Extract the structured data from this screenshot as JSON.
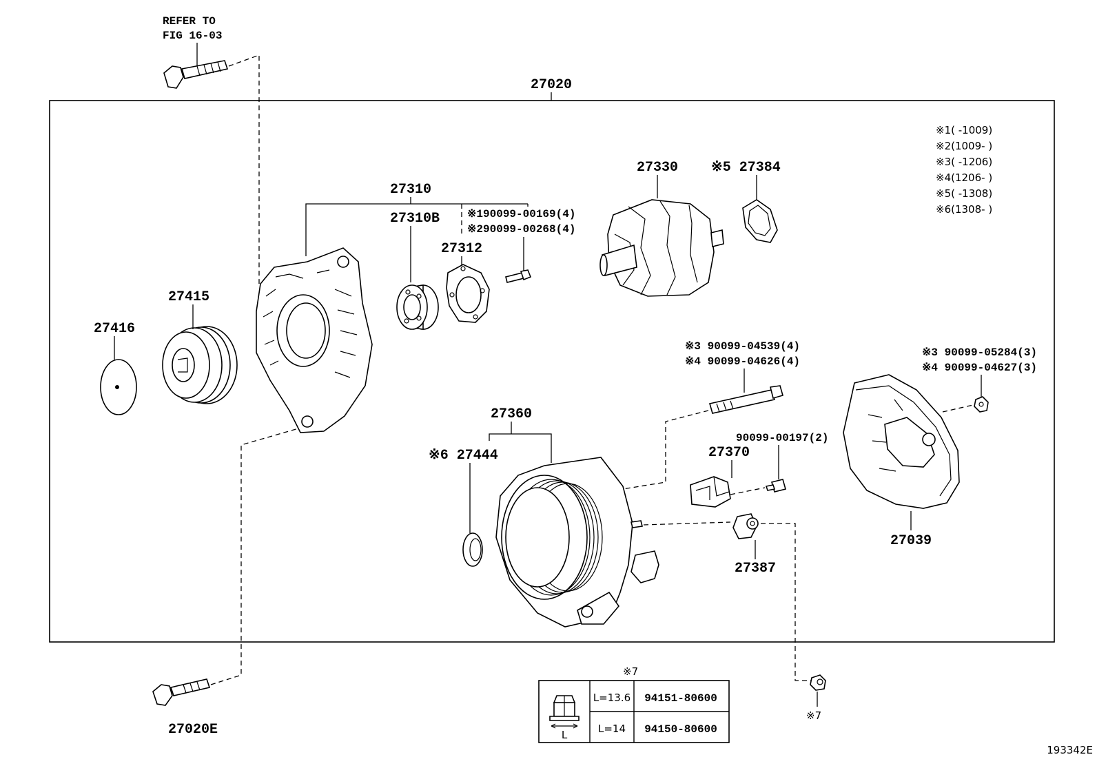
{
  "refer": {
    "line1": "REFER TO",
    "line2": "FIG 16-03"
  },
  "assembly_label": "27020",
  "labels": {
    "p27310": "27310",
    "p27310b": "27310B",
    "p27312": "27312",
    "bolt1": "※190099-00169(4)",
    "bolt2": "※290099-00268(4)",
    "p27330": "27330",
    "p27384": "※5 27384",
    "p27415": "27415",
    "p27416": "27416",
    "p27360": "27360",
    "p27444": "※6 27444",
    "bolt3": "※3 90099-04539(4)",
    "bolt4": "※4 90099-04626(4)",
    "nut3": "※3 90099-05284(3)",
    "nut4": "※4 90099-04627(3)",
    "screw": "90099-00197(2)",
    "p27370": "27370",
    "p27039": "27039",
    "p27387": "27387",
    "p27020e": "27020E",
    "mark7a": "※7",
    "mark7b": "※7",
    "figure_id": "193342E"
  },
  "notes": [
    "※1(      -1009)",
    "※2(1009-      )",
    "※3(      -1206)",
    "※4(1206-      )",
    "※5(      -1308)",
    "※6(1308-      )"
  ],
  "table": {
    "header": "※7",
    "dim_label": "L",
    "rows": [
      {
        "length": "L=13.6",
        "part": "94151-80600"
      },
      {
        "length": "L=14",
        "part": "94150-80600"
      }
    ]
  }
}
